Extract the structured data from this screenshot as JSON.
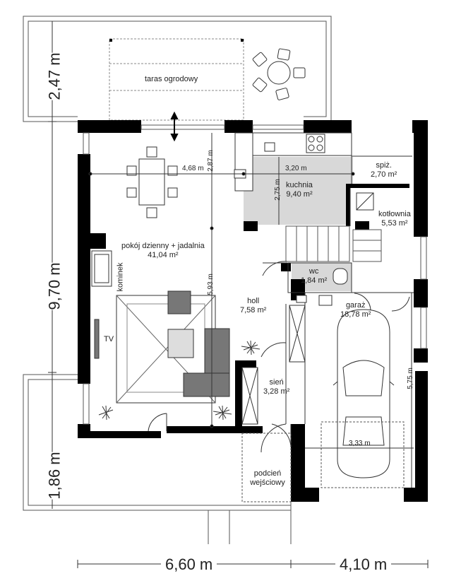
{
  "rooms": {
    "taras": {
      "name": "taras ogrodowy"
    },
    "pokoj": {
      "name": "pokój dzienny + jadalnia",
      "area": "41,04 m²"
    },
    "kuchnia": {
      "name": "kuchnia",
      "area": "9,40 m²"
    },
    "spiz": {
      "name": "spiż.",
      "area": "2,70 m²"
    },
    "kotlownia": {
      "name": "kotłownia",
      "area": "5,53 m²"
    },
    "wc": {
      "name": "wc",
      "area": "1,84 m²"
    },
    "holl": {
      "name": "holl",
      "area": "7,58 m²"
    },
    "garaz": {
      "name": "garaż",
      "area": "18,78 m²"
    },
    "sien": {
      "name": "sień",
      "area": "3,28 m²"
    },
    "podcien": {
      "name": "podcień wejściowy"
    }
  },
  "labels": {
    "kominek": "kominek",
    "tv": "TV"
  },
  "dimensions": {
    "d468": "4,68 m",
    "d287": "2,87 m",
    "d320": "3,20 m",
    "d275": "2,75 m",
    "d593": "5,93 m",
    "d575": "5,75 m",
    "d333": "3,33 m",
    "outer_left_top": "2,47 m",
    "outer_left_mid": "9,70 m",
    "outer_left_bottom": "1,86 m",
    "outer_bottom_left": "6,60 m",
    "outer_bottom_right": "4,10 m"
  },
  "colors": {
    "wall": "#000000",
    "kitchen_fill": "#d8d8d8",
    "wc_fill": "#d8d8d8",
    "line": "#555555"
  }
}
